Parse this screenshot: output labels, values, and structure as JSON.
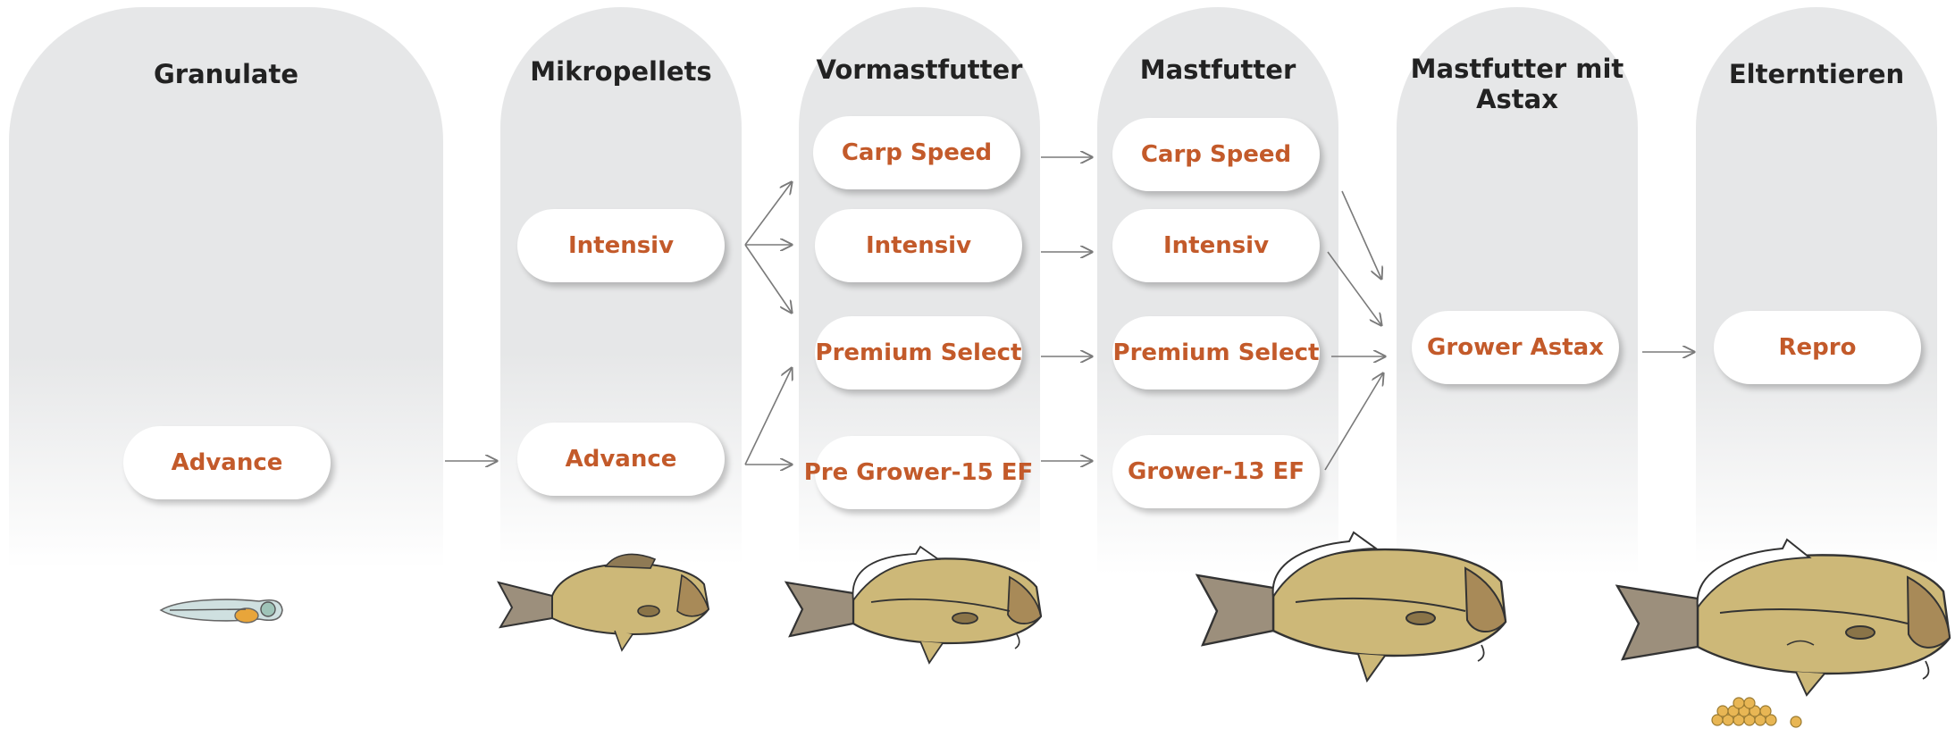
{
  "columns": [
    {
      "title": "Granulate",
      "products": [
        "Advance"
      ]
    },
    {
      "title": "Mikropellets",
      "products": [
        "Intensiv",
        "Advance"
      ]
    },
    {
      "title": "Vormastfutter",
      "products": [
        "Carp Speed",
        "Intensiv",
        "Premium Select",
        "Pre Grower-15 EF"
      ]
    },
    {
      "title": "Mastfutter",
      "products": [
        "Carp Speed",
        "Intensiv",
        "Premium Select",
        "Grower-13 EF"
      ]
    },
    {
      "title": "Mastfutter mit Astax",
      "products": [
        "Grower Astax"
      ]
    },
    {
      "title": "Elterntieren",
      "products": [
        "Repro"
      ]
    }
  ],
  "colors": {
    "column_bg": "#e6e7e8",
    "label": "#c35a2a",
    "fish_body": "#cdb878",
    "fish_tail": "#9c8f7c",
    "larva": "#cfe0e0",
    "eggs": "#e8b654"
  },
  "icons": [
    "larva-icon",
    "fish-small-icon",
    "fish-medium-icon",
    "fish-large-icon",
    "fish-broodstock-icon",
    "eggs-icon"
  ]
}
